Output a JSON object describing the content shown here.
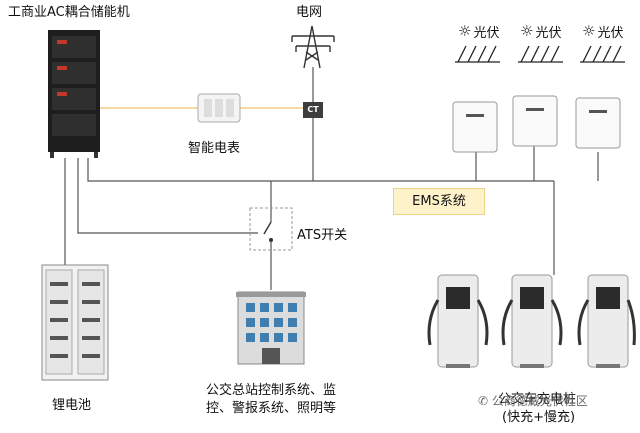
{
  "labels": {
    "ess": "工商业AC耦合储能机",
    "grid": "电网",
    "pv": [
      "光伏",
      "光伏",
      "光伏"
    ],
    "ct": "CT",
    "meter": "智能电表",
    "ems": "EMS系统",
    "ats": "ATS开关",
    "battery": "锂电池",
    "building_line1": "公交总站控制系统、监",
    "building_line2": "控、警报系统、照明等",
    "charger_line1": "公交车充电桩",
    "charger_line2": "(快充+慢充)",
    "watermark": "公商德威光伏社区"
  },
  "colors": {
    "bus_line": "#4a4a4a",
    "comm_line": "#f2c06b",
    "ems_fill": "#fdf2c9",
    "cabinet": "#1e1e1e",
    "building_window": "#3f7fb0"
  },
  "icons": {
    "sun": "sun-icon",
    "wechat": "wechat-icon"
  }
}
